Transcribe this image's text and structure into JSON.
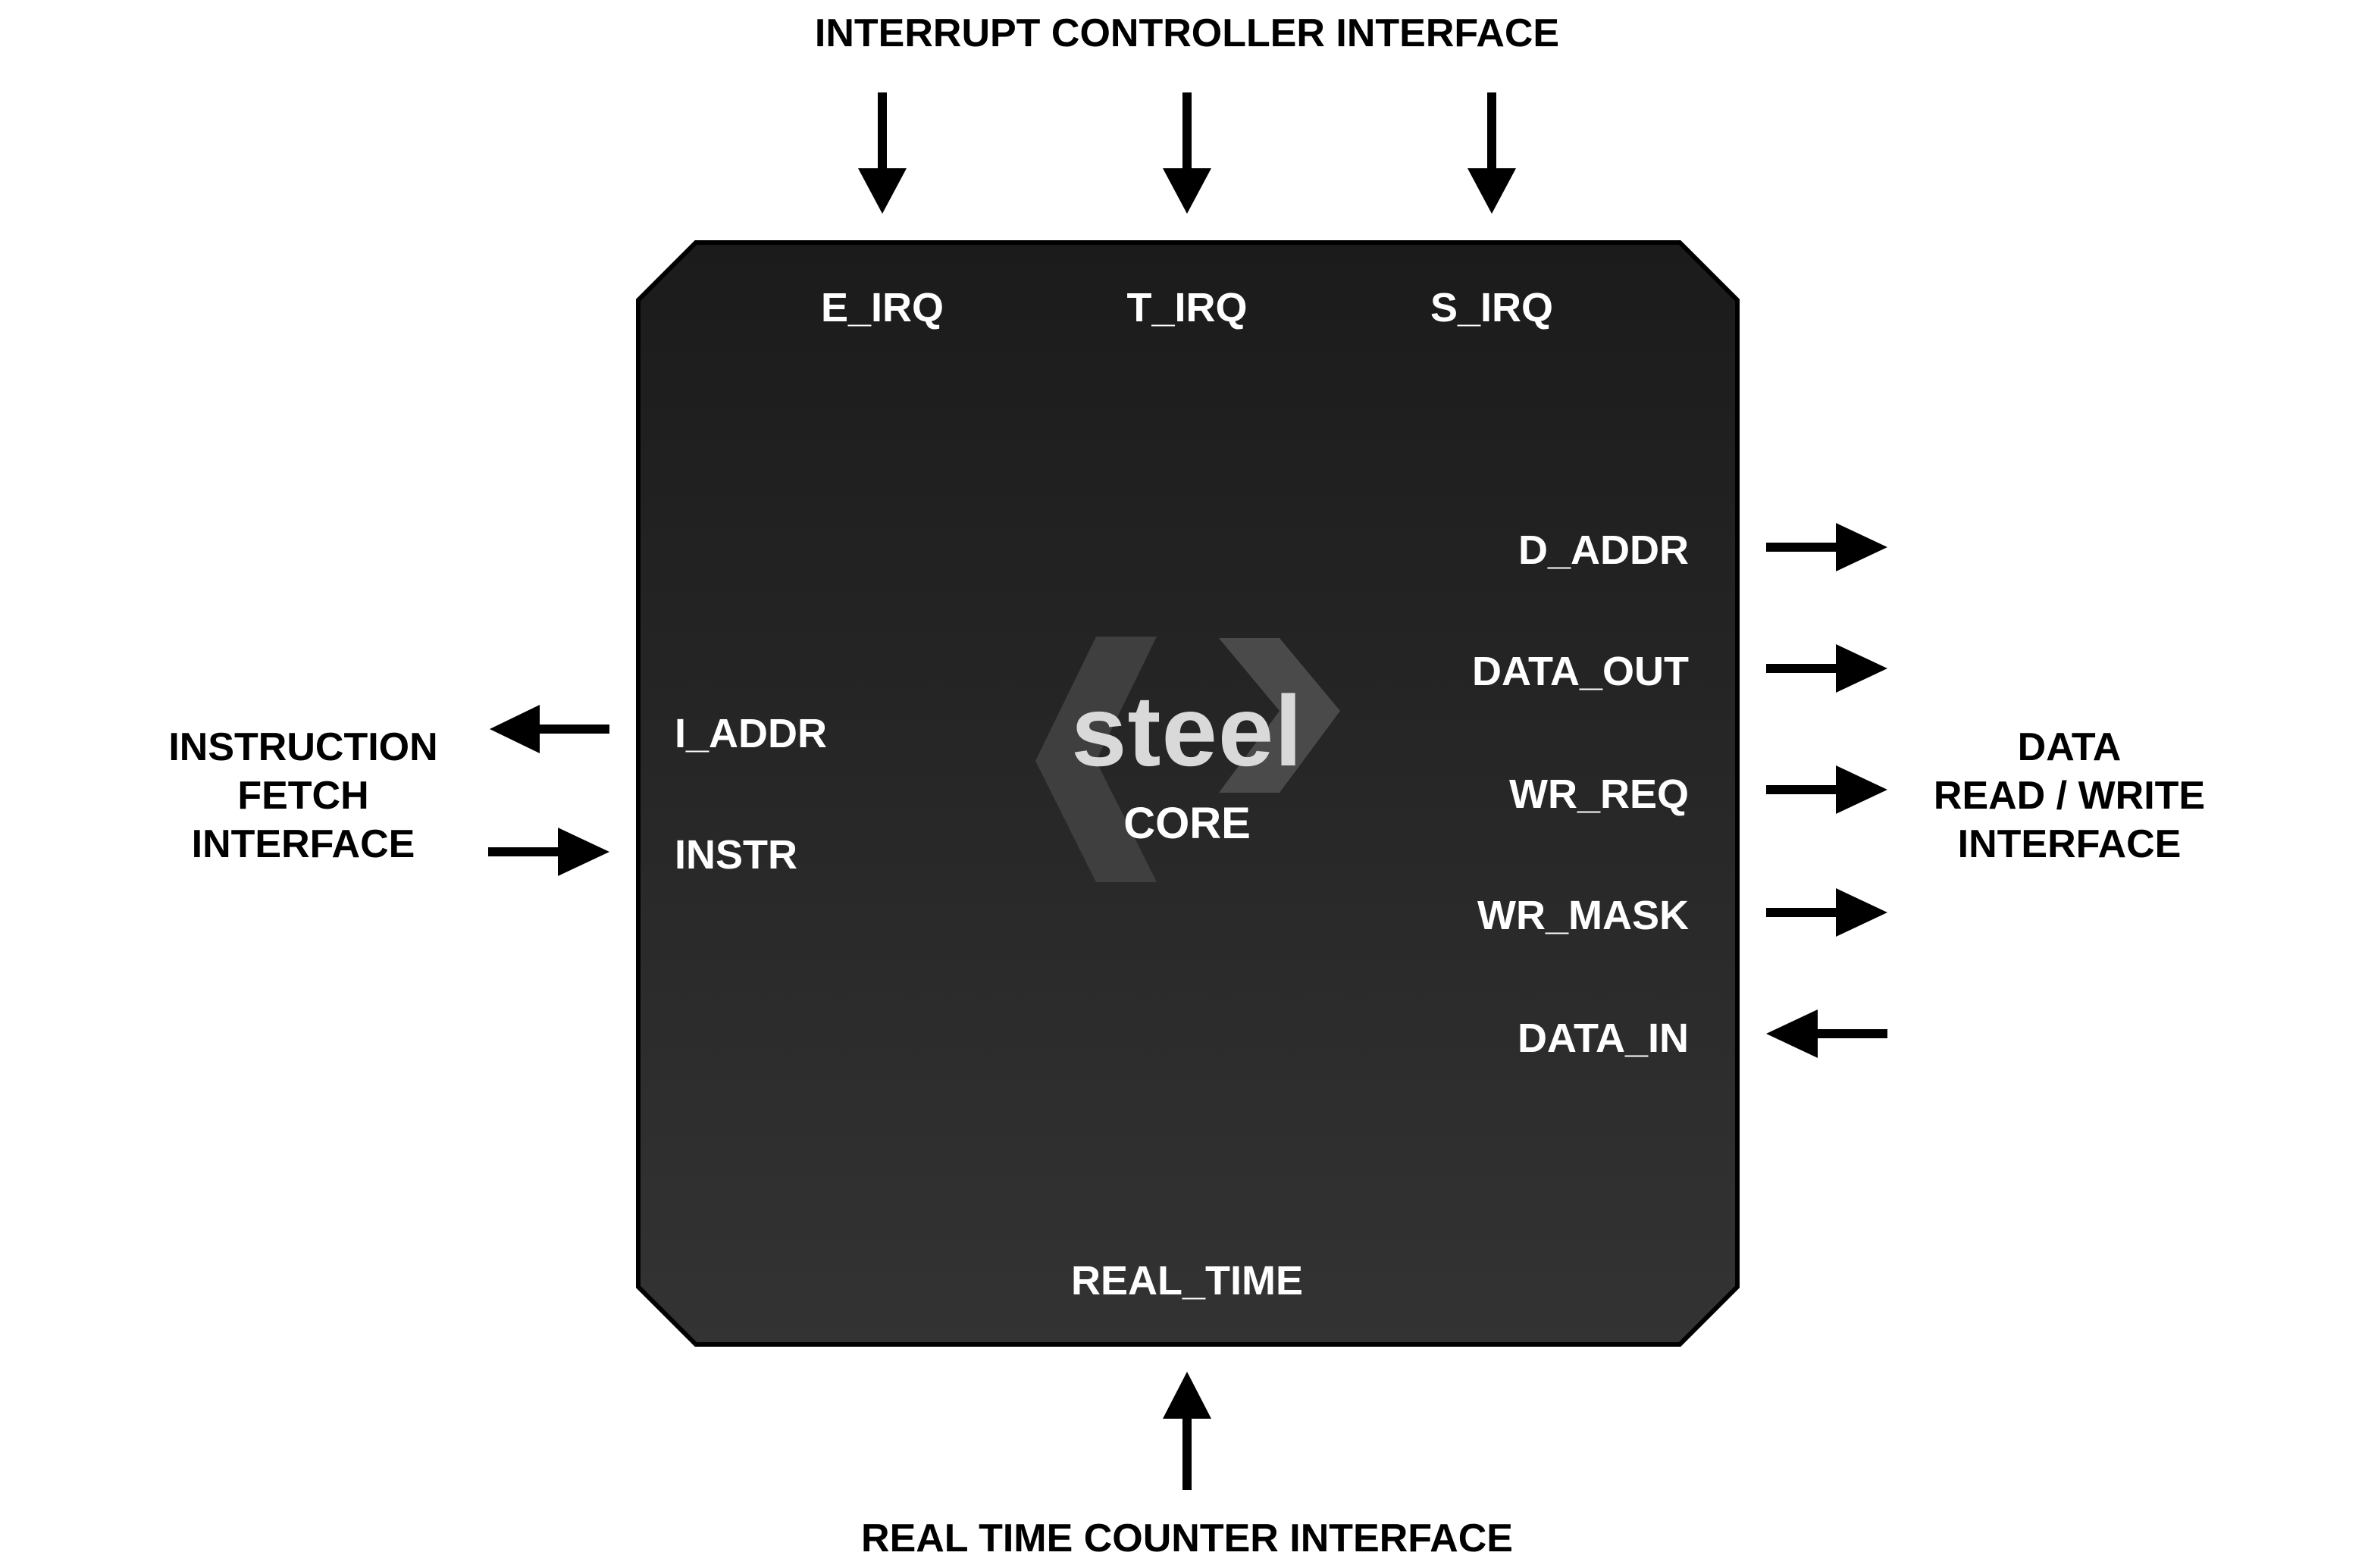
{
  "interfaces": {
    "interrupt_controller": "INTERRUPT CONTROLLER INTERFACE",
    "real_time_counter": "REAL TIME COUNTER INTERFACE",
    "instruction_fetch": [
      "INSTRUCTION",
      "FETCH",
      "INTERFACE"
    ],
    "data_read_write": [
      "DATA",
      "READ / WRITE",
      "INTERFACE"
    ]
  },
  "core": {
    "logo_word": "steel",
    "name": "CORE",
    "fill_color": "#2a2a2a",
    "border_color": "#000000",
    "chevron_color": "#4a4a4a"
  },
  "signals": {
    "interrupt": [
      "E_IRQ",
      "T_IRQ",
      "S_IRQ"
    ],
    "instruction": [
      {
        "name": "I_ADDR",
        "direction": "out"
      },
      {
        "name": "INSTR",
        "direction": "in"
      }
    ],
    "data": [
      {
        "name": "D_ADDR",
        "direction": "out"
      },
      {
        "name": "DATA_OUT",
        "direction": "out"
      },
      {
        "name": "WR_REQ",
        "direction": "out"
      },
      {
        "name": "WR_MASK",
        "direction": "out"
      },
      {
        "name": "DATA_IN",
        "direction": "in"
      }
    ],
    "real_time": "REAL_TIME"
  }
}
